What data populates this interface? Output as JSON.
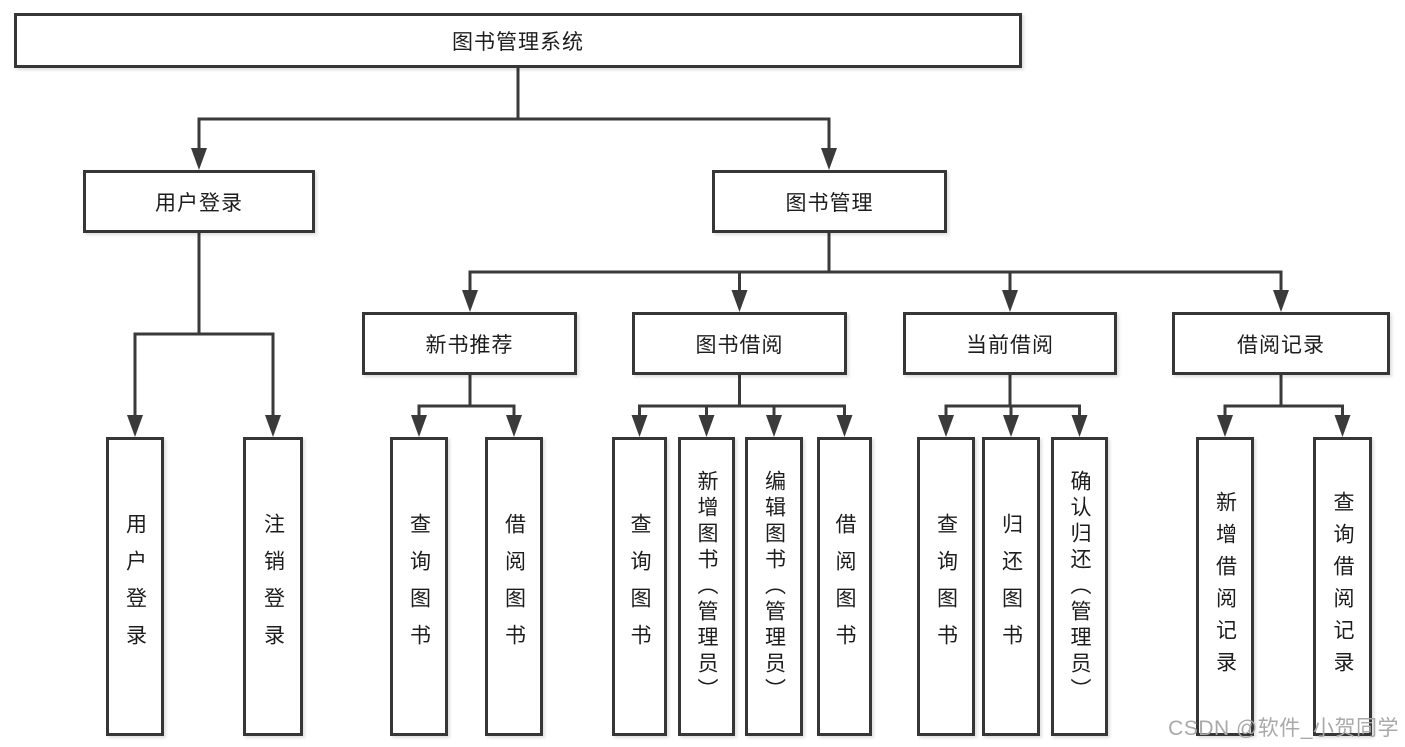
{
  "diagram": {
    "root": {
      "label": "图书管理系统",
      "children": [
        {
          "label": "用户登录",
          "children": [
            {
              "label": "用户登录"
            },
            {
              "label": "注销登录"
            }
          ]
        },
        {
          "label": "图书管理",
          "children": [
            {
              "label": "新书推荐",
              "children": [
                {
                  "label": "查询图书"
                },
                {
                  "label": "借阅图书"
                }
              ]
            },
            {
              "label": "图书借阅",
              "children": [
                {
                  "label": "查询图书"
                },
                {
                  "label": "新增图书（管理员）"
                },
                {
                  "label": "编辑图书（管理员）"
                },
                {
                  "label": "借阅图书"
                }
              ]
            },
            {
              "label": "当前借阅",
              "children": [
                {
                  "label": "查询图书"
                },
                {
                  "label": "归还图书"
                },
                {
                  "label": "确认归还（管理员）"
                }
              ]
            },
            {
              "label": "借阅记录",
              "children": [
                {
                  "label": "新增借阅记录"
                },
                {
                  "label": "查询借阅记录"
                }
              ]
            }
          ]
        }
      ]
    }
  },
  "watermark": "CSDN @软件_小贺同学",
  "colors": {
    "line": "#3a3a3a",
    "box_border": "#363636",
    "text": "#1d1d1d",
    "watermark": "#a9a9a9",
    "background": "#ffffff"
  }
}
